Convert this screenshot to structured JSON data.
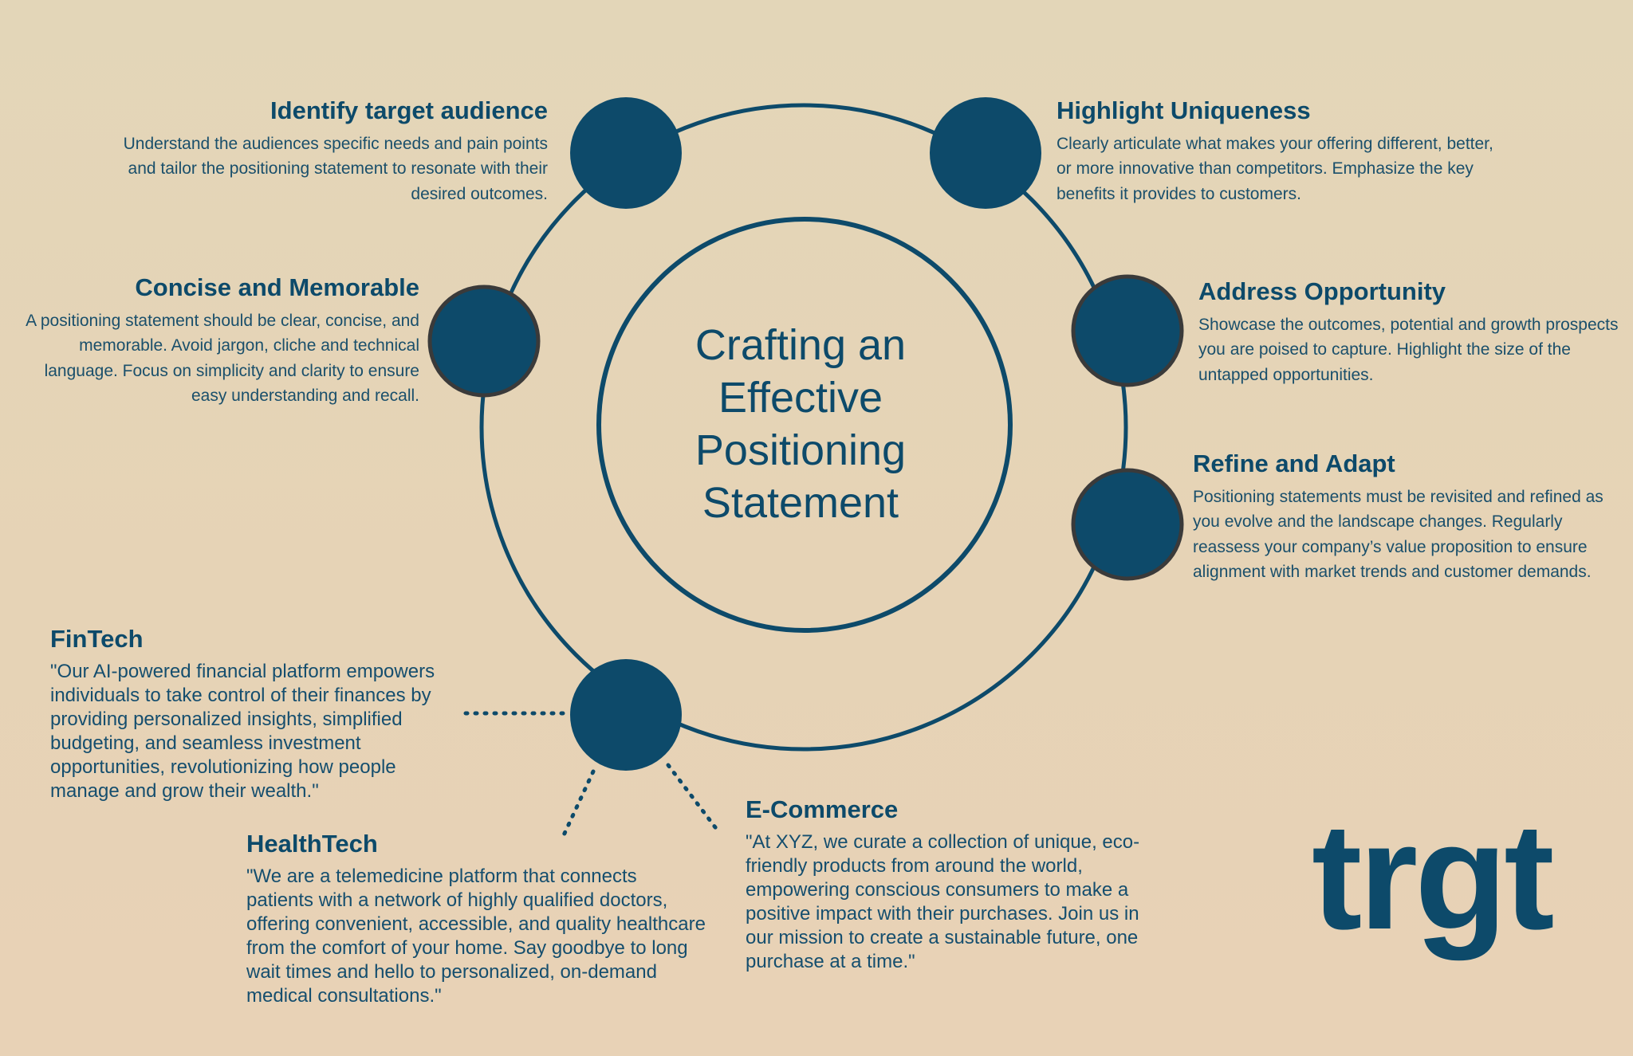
{
  "center": {
    "title_lines": [
      "Crafting an",
      "Effective",
      "Positioning",
      "Statement"
    ]
  },
  "nodes": [
    {
      "title": "Identify target audience",
      "text": "Understand the audiences specific needs and pain points and tailor the positioning statement to resonate with their desired outcomes."
    },
    {
      "title": "Highlight Uniqueness",
      "text": "Clearly articulate what makes your offering different, better, or more innovative than competitors. Emphasize the key benefits it provides to customers."
    },
    {
      "title": "Concise and Memorable",
      "text": "A positioning statement should be clear, concise, and memorable. Avoid jargon, cliche and technical language. Focus on simplicity and clarity to ensure easy understanding and recall."
    },
    {
      "title": "Address Opportunity",
      "text": "Showcase the outcomes, potential and growth prospects you are poised to capture. Highlight the size of the untapped opportunities."
    },
    {
      "title": "Refine and Adapt",
      "text": "Positioning statements must be revisited and refined as you evolve and the landscape changes. Regularly reassess your company’s value proposition to ensure alignment with market trends and customer demands."
    }
  ],
  "examples": [
    {
      "title": "FinTech",
      "text": "\"Our AI-powered financial platform empowers individuals to take control of their finances by providing personalized insights, simplified budgeting, and seamless investment opportunities, revolutionizing how people manage and grow their wealth.\""
    },
    {
      "title": "HealthTech",
      "text": "\"We are a telemedicine platform that connects patients with a network of highly qualified doctors, offering convenient, accessible, and quality healthcare from the comfort of your home. Say goodbye to long wait times and hello to personalized, on-demand medical consultations.\""
    },
    {
      "title": "E-Commerce",
      "text": "\"At XYZ, we curate a collection of unique, eco-friendly products from around the world, empowering conscious consumers to make a positive impact with their purchases. Join us in our mission to create a sustainable future, one purchase at a time.\""
    }
  ],
  "logo": {
    "text": "trgt"
  },
  "colors": {
    "primary": "#0d4a6a",
    "background": "#e4d5b7",
    "node_outline": "#3a3a3a"
  }
}
